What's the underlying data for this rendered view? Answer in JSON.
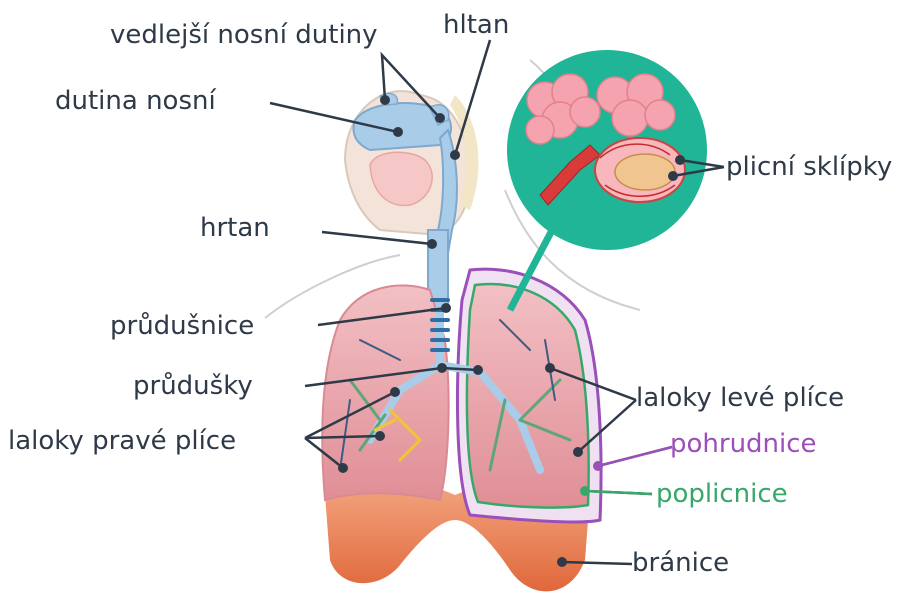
{
  "labels": {
    "vedlejsi_nosni_dutiny": "vedlejší nosní dutiny",
    "hltan": "hltan",
    "dutina_nosni": "dutina nosní",
    "plicni_sklipky": "plicní sklípky",
    "hrtan": "hrtan",
    "prudusnice": "průdušnice",
    "prudusky": "průdušky",
    "laloky_leve_plice": "laloky levé plíce",
    "laloky_prave_plice": "laloky pravé plíce",
    "pohrudnice": "pohrudnice",
    "poplicnice": "poplicnice",
    "branice": "bránice"
  },
  "colors": {
    "label_text": "#2f3a48",
    "pleura": "#9b4fb8",
    "pulmonary_pleura": "#38a86a",
    "callout_circle": "#1fb596",
    "lung_fill": "#e9a0a8",
    "diaphragm": "#ea7d4f",
    "airway": "#a9cde8"
  }
}
